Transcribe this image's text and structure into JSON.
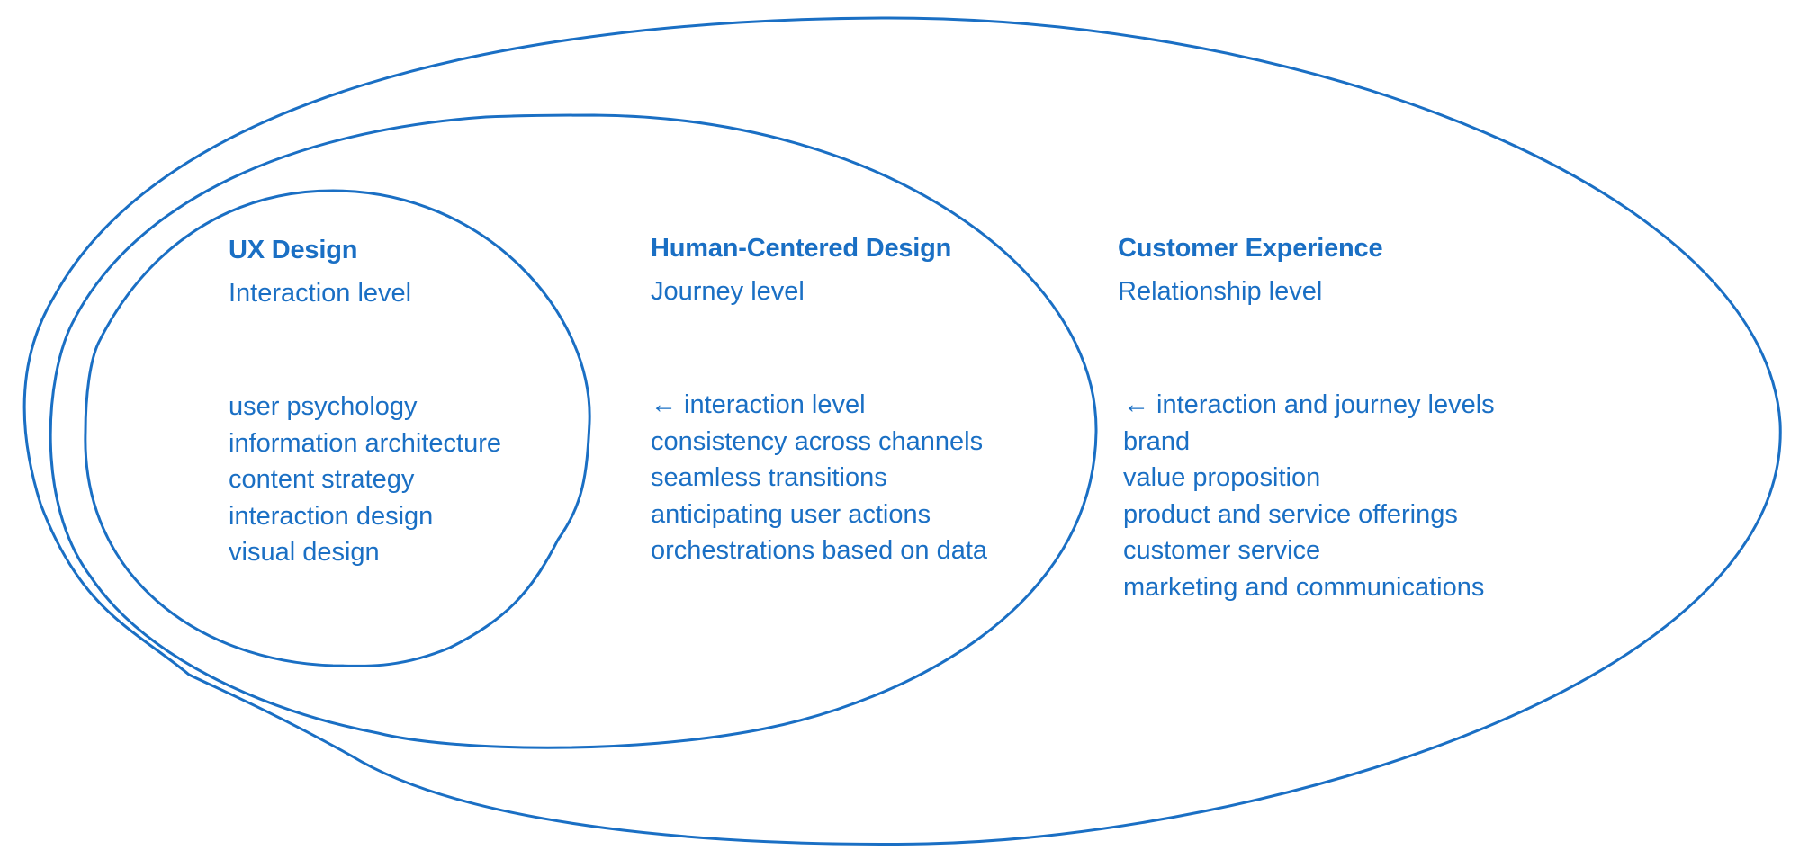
{
  "colors": {
    "accent": "#1a6fc4",
    "background": "#ffffff"
  },
  "diagram": {
    "type": "nested-ellipses",
    "sections": [
      {
        "title": "UX Design",
        "level": "Interaction level",
        "items": [
          "user psychology",
          "information architecture",
          "content strategy",
          "interaction design",
          "visual design"
        ]
      },
      {
        "title": "Human-Centered Design",
        "level": "Journey level",
        "items": [
          "← interaction level",
          "consistency across channels",
          "seamless transitions",
          "anticipating user actions",
          "orchestrations based on data"
        ]
      },
      {
        "title": "Customer Experience",
        "level": "Relationship level",
        "items": [
          "← interaction and journey levels",
          "brand",
          "value proposition",
          "product and service offerings",
          "customer service",
          "marketing and communications"
        ]
      }
    ]
  }
}
